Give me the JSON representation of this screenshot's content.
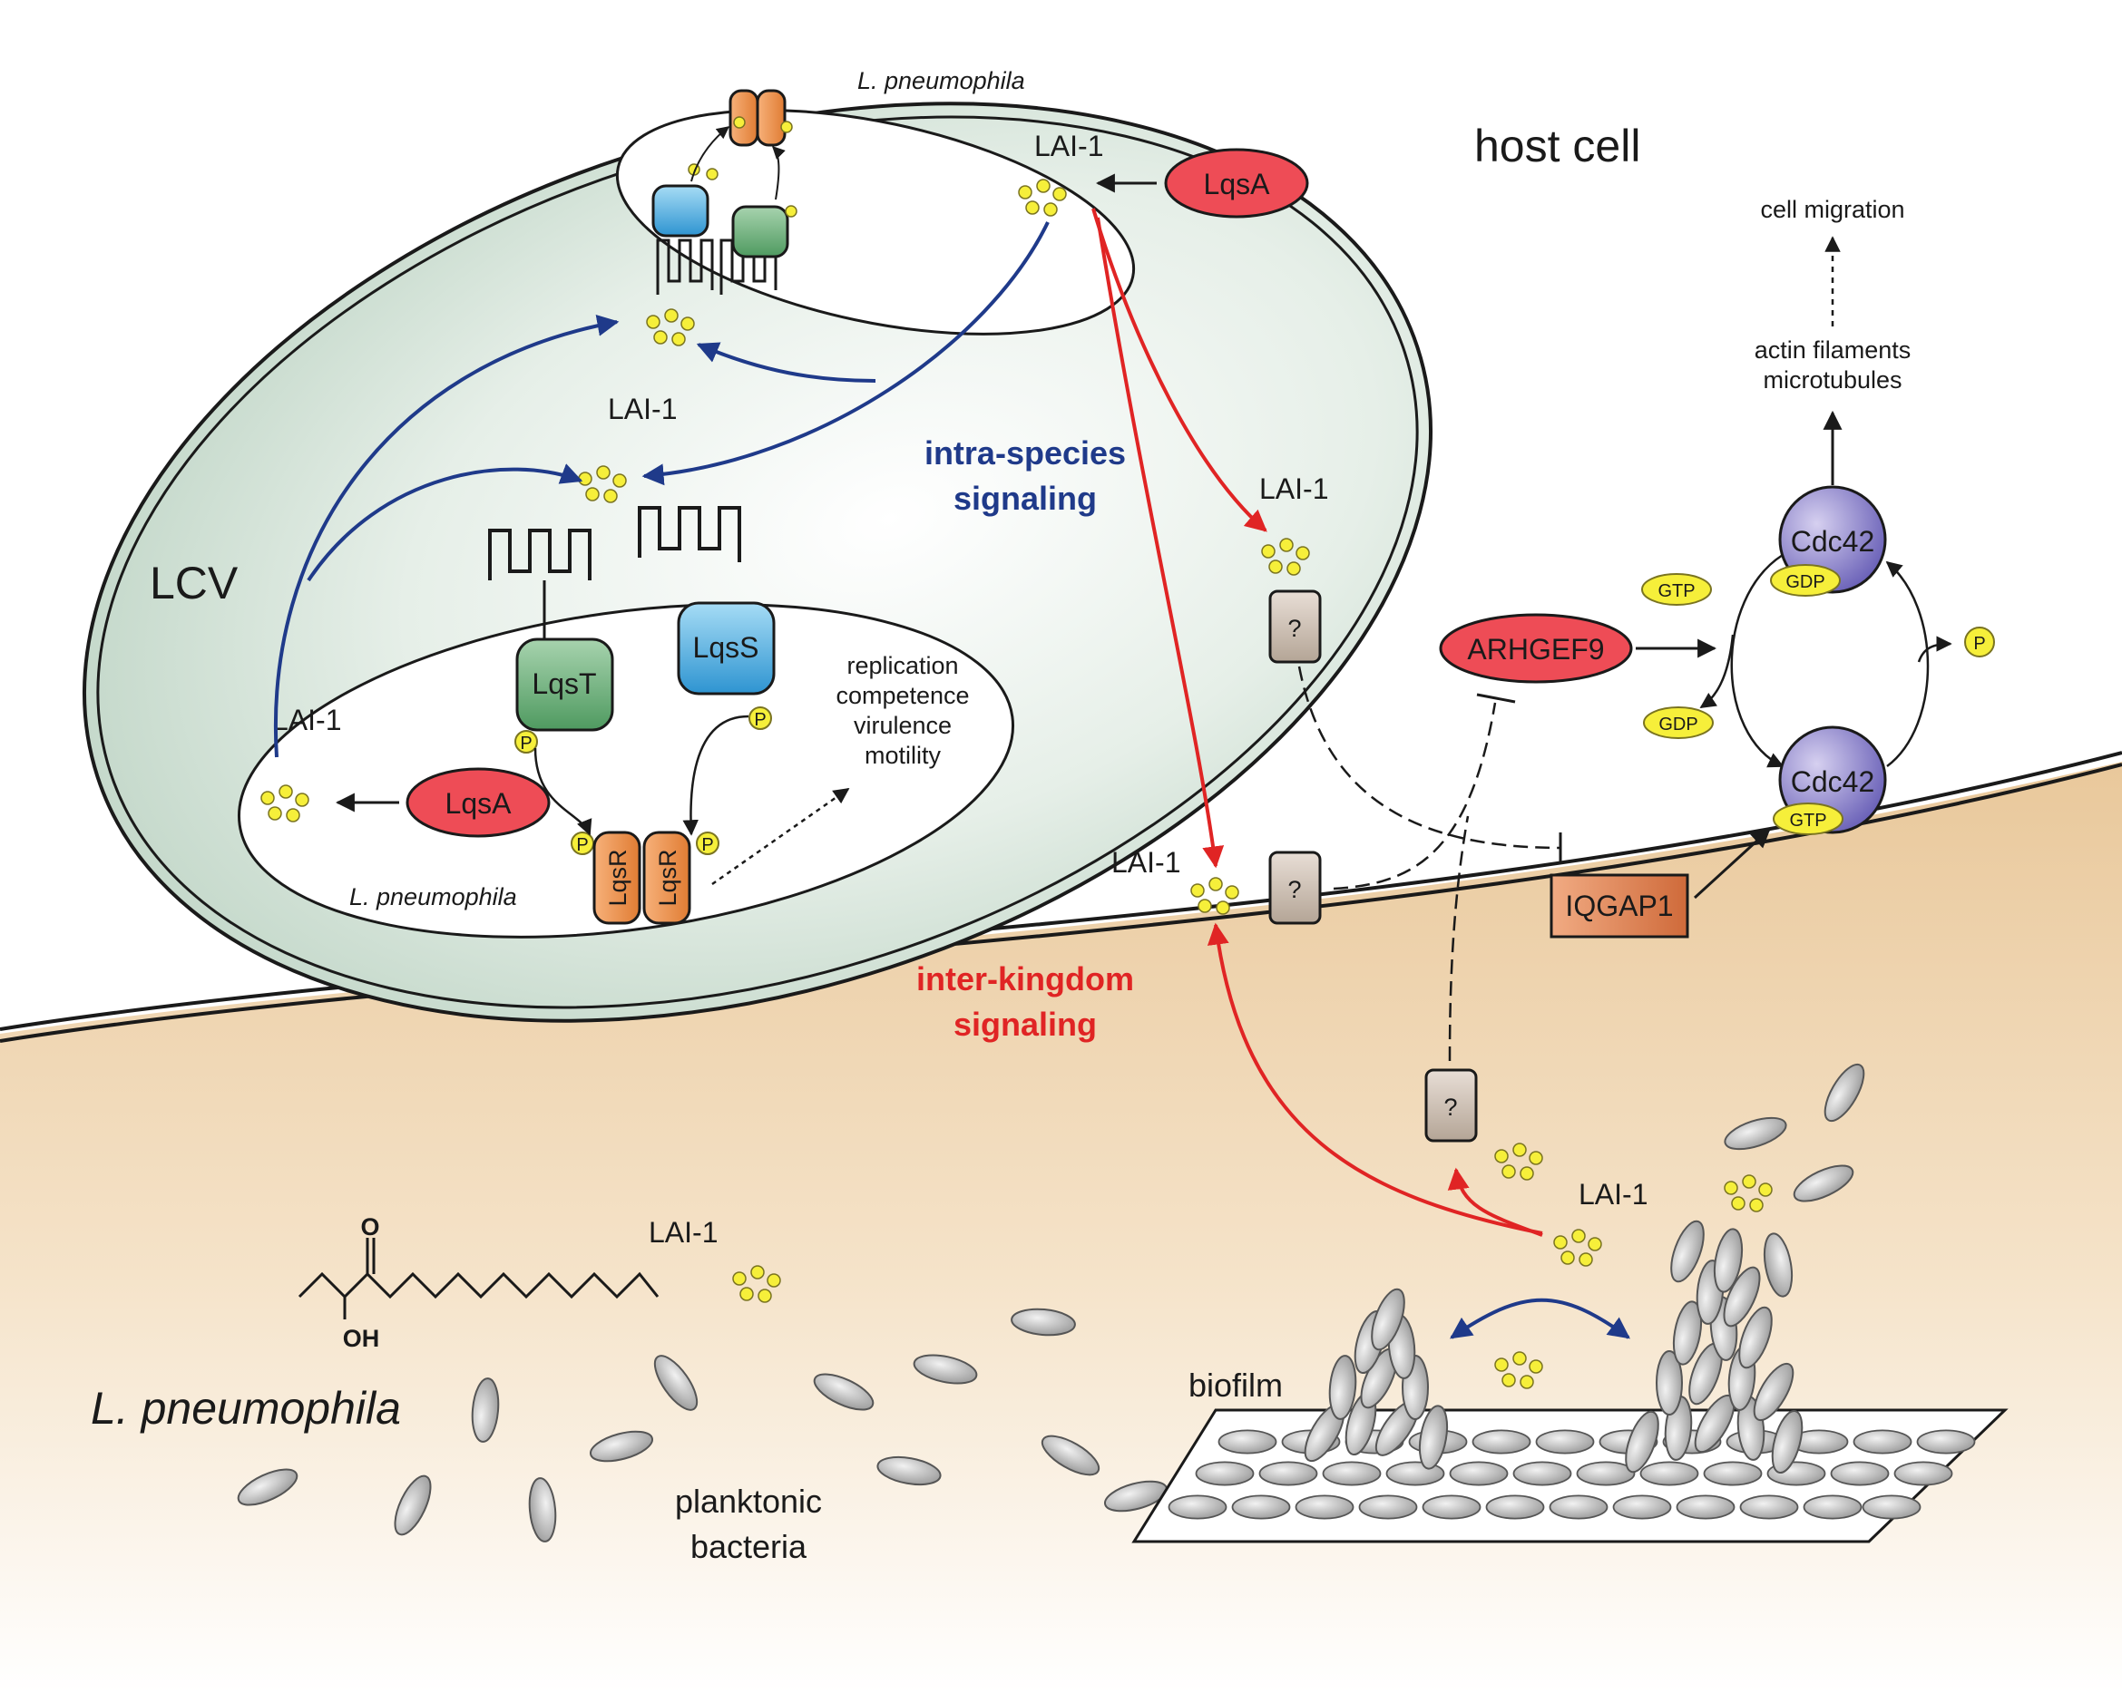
{
  "labels": {
    "host_cell": "host cell",
    "lcv": "LCV",
    "l_pneumophila_inner_top": "L. pneumophila",
    "l_pneumophila_inner_bottom": "L. pneumophila",
    "l_pneumophila_main": "L. pneumophila",
    "intra_species_line1": "intra-species",
    "intra_species_line2": "signaling",
    "inter_kingdom_line1": "inter-kingdom",
    "inter_kingdom_line2": "signaling",
    "planktonic_line1": "planktonic",
    "planktonic_line2": "bacteria",
    "biofilm": "biofilm",
    "cell_migration": "cell migration",
    "actin_line1": "actin filaments",
    "actin_line2": "microtubules",
    "replication": "replication",
    "competence": "competence",
    "virulence": "virulence",
    "motility": "motility",
    "oh": "OH",
    "o": "O",
    "lai1": "LAI-1"
  },
  "proteins": {
    "lqsa": "LqsA",
    "lqst": "LqsT",
    "lqss": "LqsS",
    "lqsr": "LqsR",
    "arhgef9": "ARHGEF9",
    "iqgap1": "IQGAP1",
    "cdc42": "Cdc42",
    "gtp": "GTP",
    "gdp": "GDP",
    "p": "P",
    "unknown": "?"
  },
  "colors": {
    "intra_species": "#1f3a8a",
    "inter_kingdom": "#e02424",
    "lcv_fill": "#cfe0d4",
    "extracellular": "#f1d9b8",
    "lai1_dot": "#f6ef3a"
  }
}
